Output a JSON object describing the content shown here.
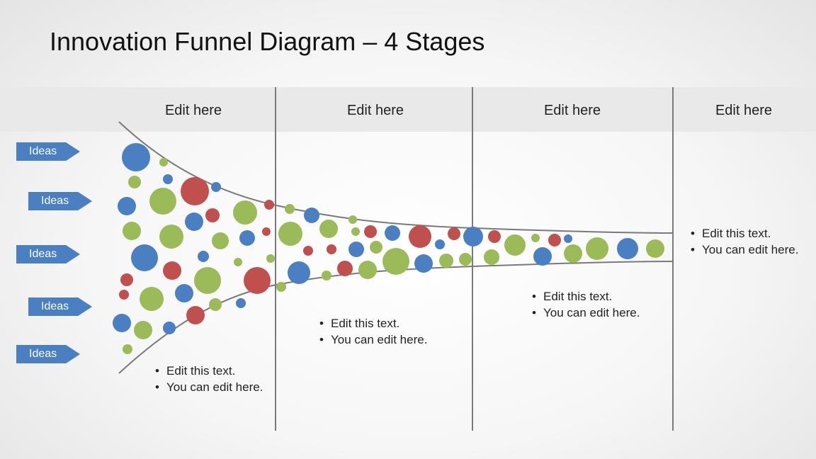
{
  "title": "Innovation Funnel Diagram – 4 Stages",
  "stages": [
    {
      "header": "Edit here",
      "bullets": [
        "Edit this text.",
        "You can edit here."
      ]
    },
    {
      "header": "Edit here",
      "bullets": [
        "Edit this text.",
        "You can edit here."
      ]
    },
    {
      "header": "Edit here",
      "bullets": [
        "Edit this text.",
        "You can edit here."
      ]
    },
    {
      "header": "Edit here",
      "bullets": [
        "Edit this text.",
        "You can edit here."
      ]
    }
  ],
  "inputs": [
    "Ideas",
    "Ideas",
    "Ideas",
    "Ideas",
    "Ideas"
  ],
  "colors": {
    "blue": "#4a7fc1",
    "green": "#9bbb59",
    "red": "#c0504d",
    "line": "#7a7a7a",
    "arrow": "#4a7fc1"
  }
}
